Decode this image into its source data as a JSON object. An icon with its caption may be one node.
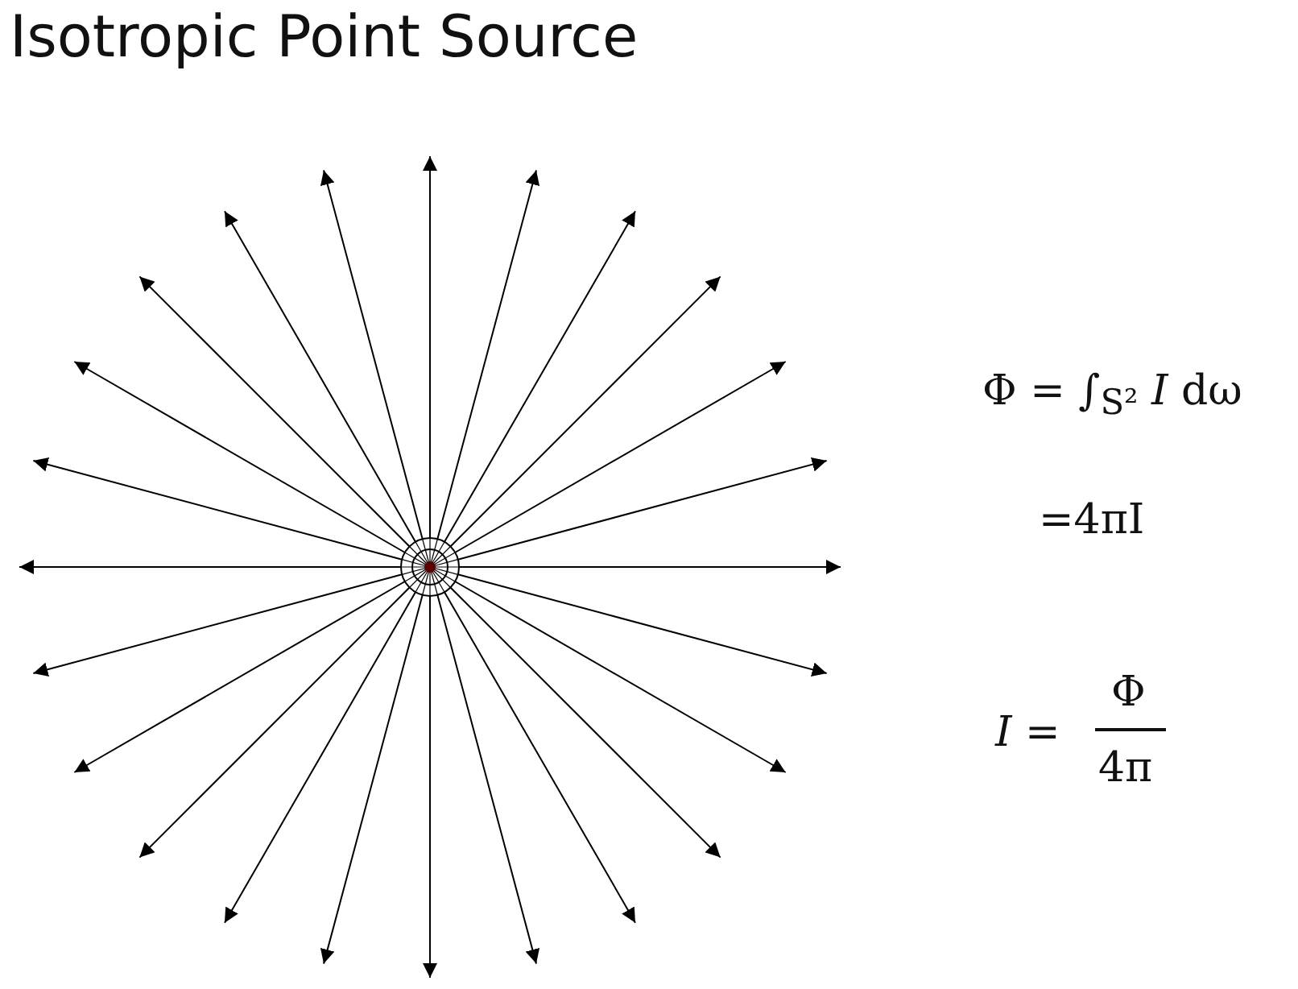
{
  "diagram": {
    "title": "Isotropic Point Source",
    "labels": [
      "Φ = ∫$_{S²}$ *I* dω",
      "=4πI",
      "*I* =",
      "Φ",
      "4π"
    ]
  }
}
